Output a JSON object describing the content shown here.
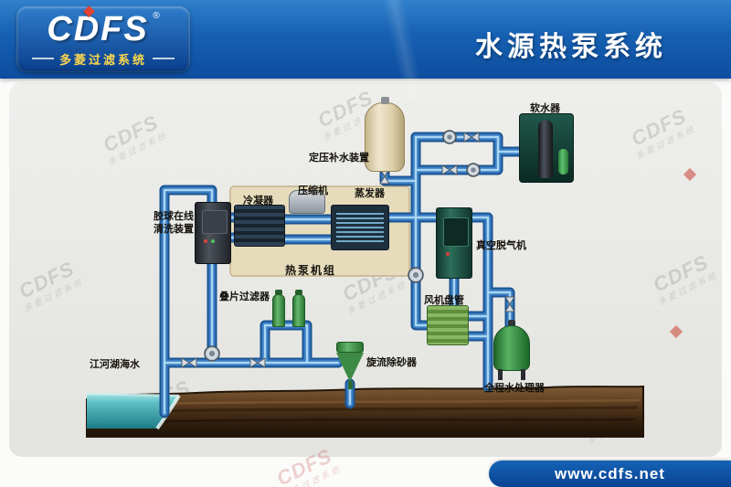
{
  "header": {
    "brand": "CDFS",
    "reg_mark": "®",
    "brand_sub": "多菱过滤系统",
    "title": "水源热泵系统"
  },
  "footer": {
    "url": "www.cdfs.net"
  },
  "watermark": {
    "brand": "CDFS",
    "sub": "多菱过滤系统"
  },
  "diagram": {
    "labels": {
      "pressure_tank": "定压补水装置",
      "softener": "软水器",
      "ball_cleaner_line1": "胶球在线",
      "ball_cleaner_line2": "清洗装置",
      "condenser": "冷凝器",
      "compressor": "压缩机",
      "evaporator": "蒸发器",
      "heat_pump_unit": "热泵机组",
      "vacuum_degasser": "真空脱气机",
      "fan_coil": "风机盘管",
      "disc_filter": "叠片过滤器",
      "cyclone_separator": "旋流除砂器",
      "water_processor": "全程水处理器",
      "water_source": "江河湖海水"
    },
    "colors": {
      "header_blue": "#1c67ba",
      "footer_blue": "#0c4c9e",
      "pipe_blue": "#2f76bd",
      "pipe_highlight": "#a8d4f0",
      "equipment_green": "#3f8f46",
      "heat_pump_panel_beige": "#e5dbbc",
      "tank_cream": "#e9dfc0",
      "cabinet_dark": "#2b2f36",
      "degasser_green": "#1d4a3e",
      "ground_brown": "#4a3018",
      "water_teal": "#2e8f96",
      "brand_accent_red": "#d03a2a",
      "brand_gold": "#ffd94d"
    }
  }
}
